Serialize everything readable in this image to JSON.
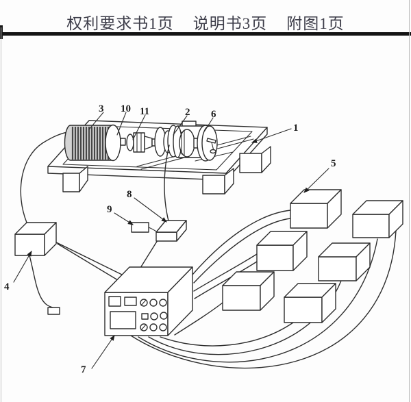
{
  "header": {
    "claims": "权利要求书1页",
    "description": "说明书3页",
    "drawings": "附图1页"
  },
  "figure_labels": {
    "n1": "1",
    "n2": "2",
    "n3": "3",
    "n4": "4",
    "n5": "5",
    "n6": "6",
    "n7": "7",
    "n8": "8",
    "n9": "9",
    "n10": "10",
    "n11": "11"
  },
  "colors": {
    "line": "#2d2d2d",
    "header_text": "#3d3d49",
    "rule": "#141414",
    "motor_fill": "#d4d4d4",
    "background": "#fdfdfd"
  }
}
